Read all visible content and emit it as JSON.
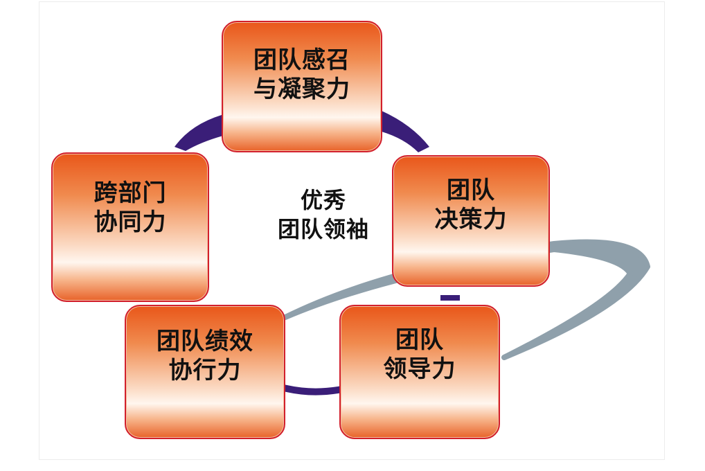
{
  "diagram": {
    "center": {
      "line1": "优秀",
      "line2": "团队领袖"
    },
    "nodes": {
      "top": {
        "line1": "团队感召",
        "line2": "与凝聚力"
      },
      "left": {
        "line1": "跨部门",
        "line2": "协同力"
      },
      "right": {
        "line1": "团队",
        "line2": "决策力"
      },
      "bottom_left": {
        "line1": "团队绩效",
        "line2": "协行力"
      },
      "bottom_right": {
        "line1": "团队",
        "line2": "领导力"
      }
    },
    "colors": {
      "box_border": "#d21f2b",
      "box_orange": "#e9571a",
      "arc_purple": "#3a1e78",
      "arc_grey": "#8fa0ab"
    }
  }
}
